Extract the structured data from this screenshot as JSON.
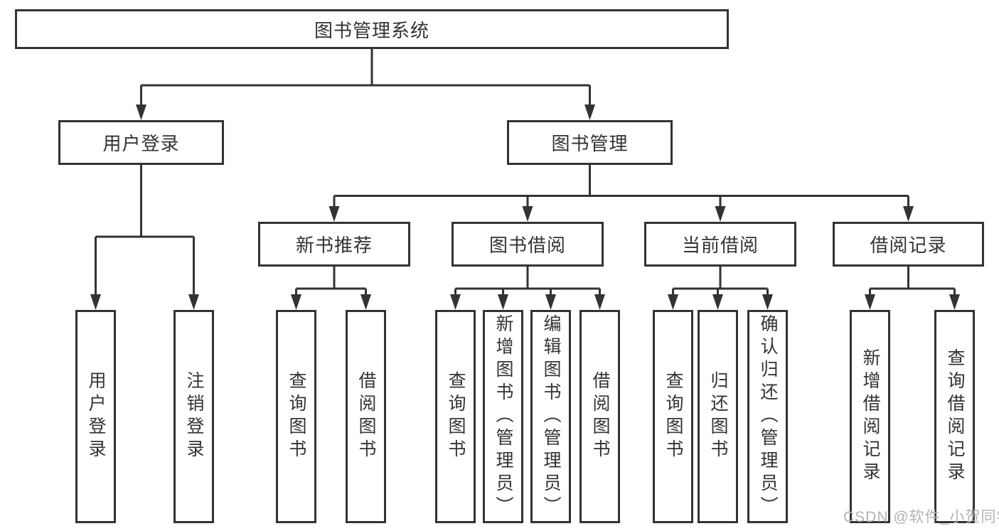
{
  "tree": {
    "root": {
      "label": "图书管理系统"
    },
    "branches": [
      {
        "label": "用户登录",
        "children": [
          "用户登录",
          "注销登录"
        ]
      },
      {
        "label": "图书管理",
        "sections": [
          {
            "label": "新书推荐",
            "children": [
              "查询图书",
              "借阅图书"
            ]
          },
          {
            "label": "图书借阅",
            "children": [
              "查询图书",
              "新增图书（管理员）",
              "编辑图书（管理员）",
              "借阅图书"
            ]
          },
          {
            "label": "当前借阅",
            "children": [
              "查询图书",
              "归还图书",
              "确认归还（管理员）"
            ]
          },
          {
            "label": "借阅记录",
            "children": [
              "新增借阅记录",
              "查询借阅记录"
            ]
          }
        ]
      }
    ]
  },
  "watermark": {
    "text": "CSDN @软件_小贺同学"
  },
  "colors": {
    "line": "#333333",
    "text": "#333333",
    "box_fill": "#ffffff",
    "watermark": "#b3b3b3",
    "background": "#ffffff"
  }
}
